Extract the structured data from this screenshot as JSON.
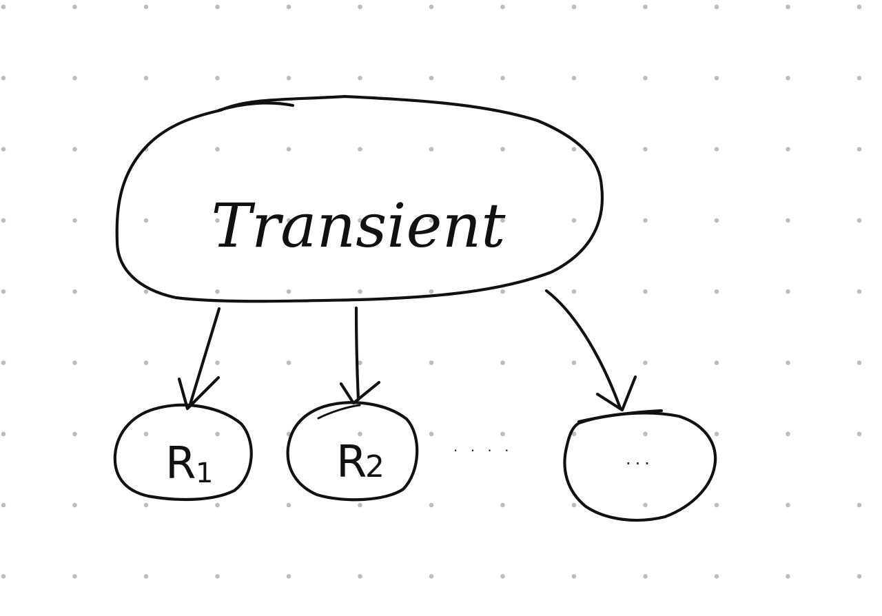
{
  "diagram": {
    "root": {
      "label": "Transient"
    },
    "children": [
      {
        "label": "R1",
        "main": "R",
        "subscript": "1"
      },
      {
        "label": "R2",
        "main": "R",
        "subscript": "2"
      },
      {
        "label": "..."
      }
    ],
    "between_label": "· · · ·",
    "colors": {
      "ink": "#111111",
      "paper": "#ffffff",
      "grid_dot": "#bdbdbd"
    }
  }
}
